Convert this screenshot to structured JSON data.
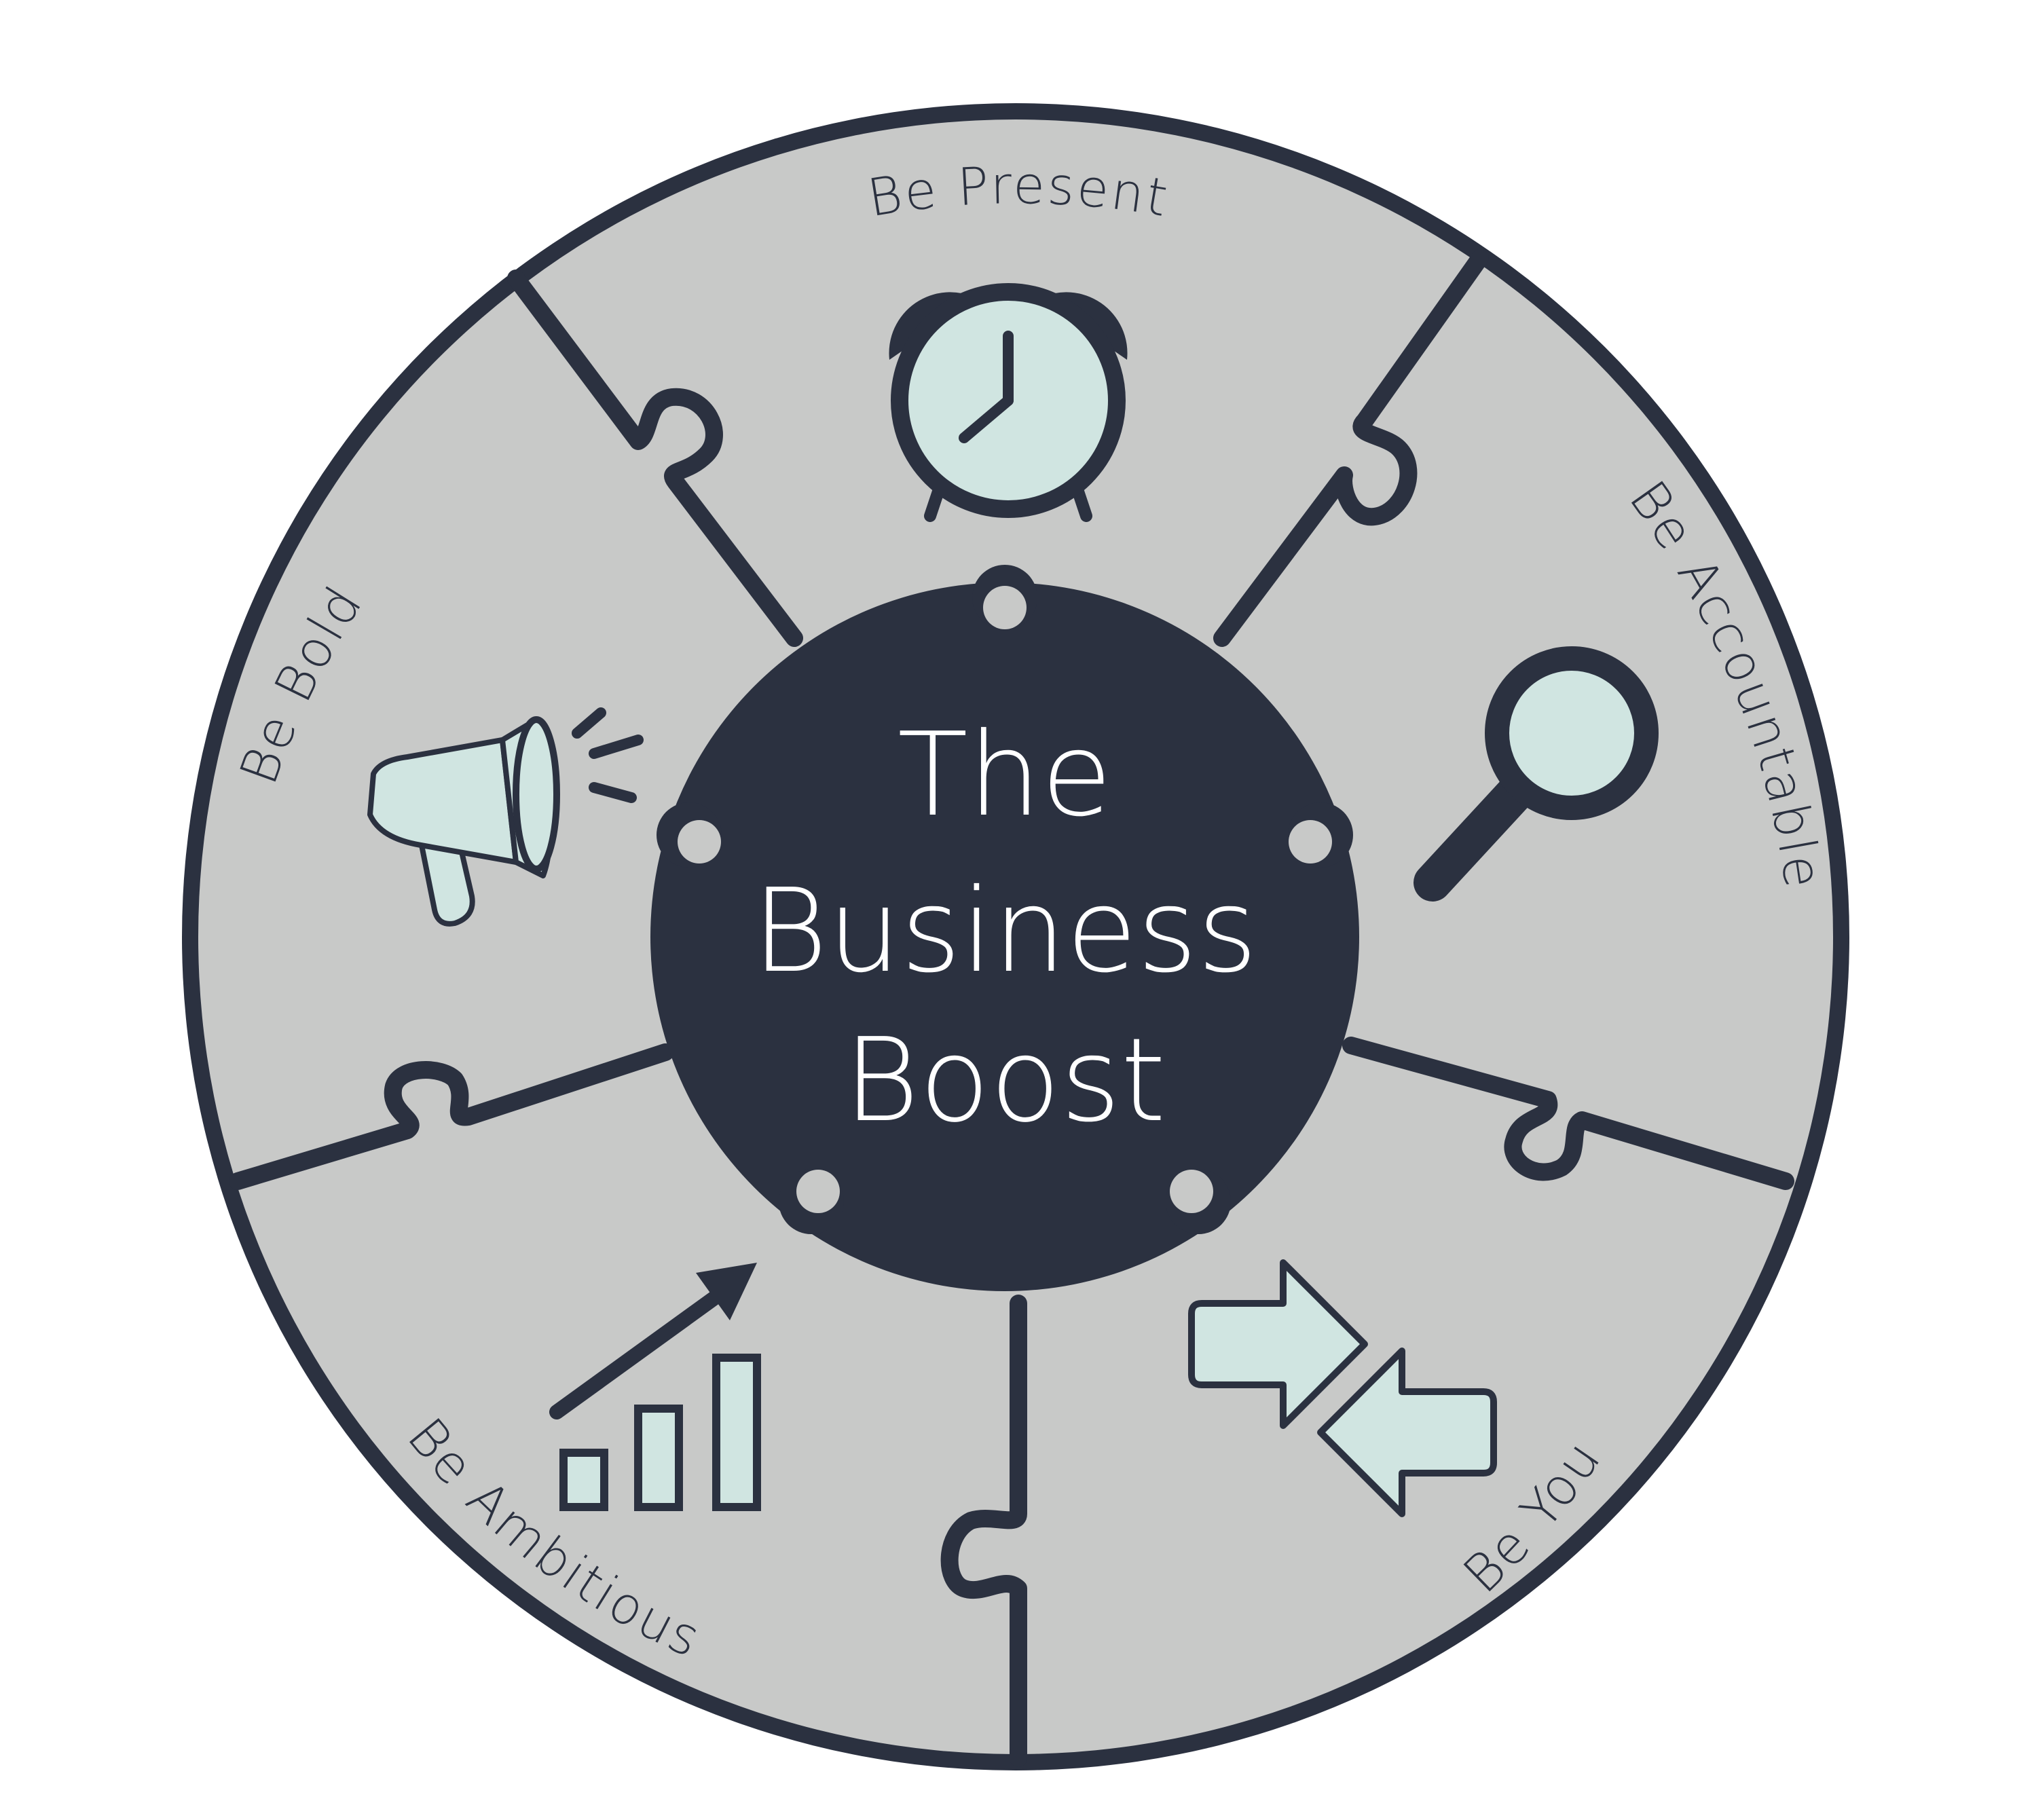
{
  "center": {
    "title_lines": [
      "The",
      "Business",
      "Boost"
    ]
  },
  "segments": [
    {
      "id": "present",
      "label": "Be Present",
      "icon": "alarm-clock-icon"
    },
    {
      "id": "accountable",
      "label": "Be Accountable",
      "icon": "magnifying-glass-icon"
    },
    {
      "id": "you",
      "label": "Be You",
      "icon": "opposing-arrows-icon"
    },
    {
      "id": "ambitious",
      "label": "Be Ambitious",
      "icon": "growth-chart-icon"
    },
    {
      "id": "bold",
      "label": "Be Bold",
      "icon": "megaphone-icon"
    }
  ],
  "colors": {
    "navy": "#2b3140",
    "segment_grey": "#c8c9c8",
    "icon_fill": "#d0e5e1",
    "background": "#ffffff"
  }
}
